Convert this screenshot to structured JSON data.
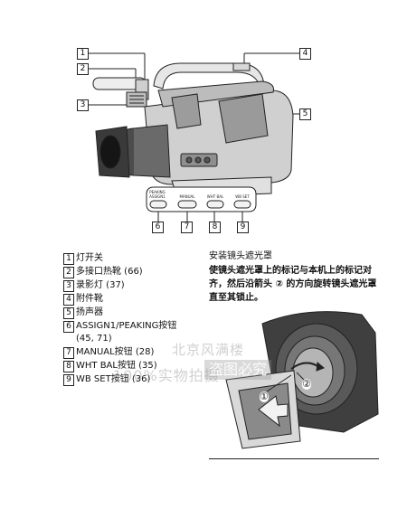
{
  "callouts": [
    "1",
    "2",
    "3",
    "4",
    "5",
    "6",
    "7",
    "8",
    "9"
  ],
  "button_panel": {
    "assign": [
      "PEAKING",
      "ASSIGN1"
    ],
    "manual": "MANUAL",
    "wht_bal": "WHT BAL",
    "wb_set": "WB SET"
  },
  "parts_list": [
    {
      "num": "1",
      "text": "灯开关"
    },
    {
      "num": "2",
      "text": "多接口热靴 (66)"
    },
    {
      "num": "3",
      "text": "录影灯 (37)"
    },
    {
      "num": "4",
      "text": "附件靴"
    },
    {
      "num": "5",
      "text": "扬声器"
    },
    {
      "num": "6",
      "text": "ASSIGN1/PEAKING按钮 (45, 71)"
    },
    {
      "num": "7",
      "text": "MANUAL按钮 (28)"
    },
    {
      "num": "8",
      "text": "WHT BAL按钮 (35)"
    },
    {
      "num": "9",
      "text": "WB SET按钮 (36)"
    }
  ],
  "lens_hood_section": {
    "heading": "安装镜头遮光罩",
    "body": "使镜头遮光罩上的标记与本机上的标记对齐，然后沿箭头 ② 的方向旋转镜头遮光罩直至其锁止。",
    "marker_1": "①",
    "marker_2": "②"
  },
  "watermarks": {
    "line1": "北京风满楼",
    "line2": "100%实物拍摄",
    "line3": "盗图必究"
  }
}
